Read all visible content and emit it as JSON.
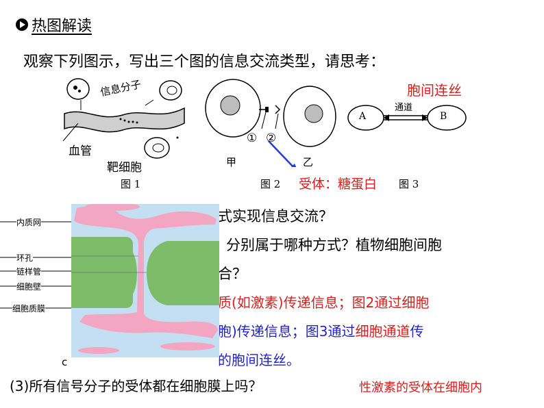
{
  "header": {
    "title": "热图解读"
  },
  "intro": "观察下列图示，写出三个图的信息交流类型，请思考：",
  "fig1": {
    "signal": "信息分子",
    "vessel": "血管",
    "target": "靶细胞",
    "caption": "图 1"
  },
  "fig2": {
    "jia": "甲",
    "yi": "乙",
    "n1": "①",
    "n2": "②",
    "caption": "图 2",
    "receptor": "受体：糖蛋白"
  },
  "fig3": {
    "label": "胞间连丝",
    "channel": "通道",
    "a": "A",
    "b": "B",
    "caption": "图 3"
  },
  "q1_tail": "式实现信息交流？",
  "q2_part1": "分别属于哪种方式？植物细胞间胞",
  "q2_part2": "合？",
  "ans": {
    "l1a": "质(如激素)传递信息；图2通过细胞",
    "l2a": "胞)传递信息；图3通过",
    "l2b": "细胞通道",
    "l2c": "传",
    "l3a": "的胞间连丝。"
  },
  "micro": {
    "er": "内质网",
    "ring": "环孔",
    "desmotubule": "链样管",
    "wall": "细胞壁",
    "membrane": "细胞质膜",
    "c": "c"
  },
  "q3": "(3)所有信号分子的受体都在细胞膜上吗？",
  "q3_answer": "性激素的受体在细胞内"
}
